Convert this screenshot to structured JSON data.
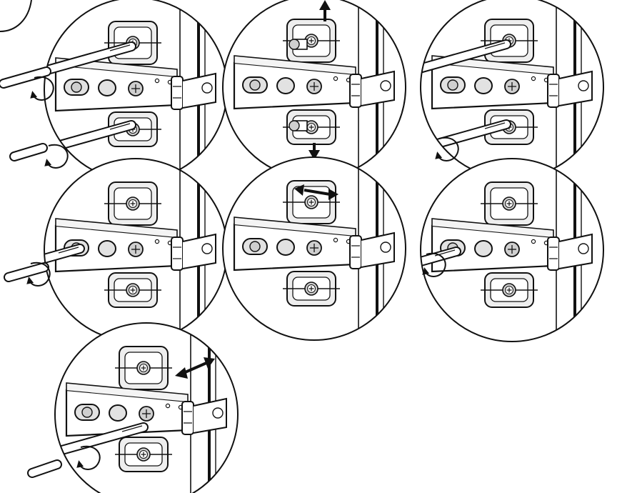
{
  "document": {
    "type": "hinge-adjustment-instructions",
    "text_labels": []
  },
  "colors": {
    "ink": "#111111",
    "paper": "#ffffff",
    "plate_fill": "#eeeeee",
    "hole_fill": "#e2e2e2",
    "screw_fill": "#cfcfcf"
  },
  "steps": [
    {
      "id": "step-1",
      "action": "loosen-mounting-plate-screws",
      "tools": [
        "screwdriver-top",
        "screwdriver-bottom"
      ],
      "rotation": "both",
      "arrow": "none"
    },
    {
      "id": "step-2",
      "action": "height-adjustment",
      "tools": [],
      "rotation": "none",
      "arrow": "up-down"
    },
    {
      "id": "step-3",
      "action": "tighten-mounting-plate-screws",
      "tools": [
        "screwdriver-top",
        "screwdriver-bottom"
      ],
      "rotation": "clockwise",
      "arrow": "none"
    },
    {
      "id": "step-4",
      "action": "loosen-depth-screw",
      "tools": [
        "screwdriver-depth"
      ],
      "rotation": "counterclockwise",
      "arrow": "none"
    },
    {
      "id": "step-5",
      "action": "depth-adjustment",
      "tools": [],
      "rotation": "none",
      "arrow": "left-right"
    },
    {
      "id": "step-6",
      "action": "tighten-depth-screw",
      "tools": [
        "screwdriver-depth"
      ],
      "rotation": "clockwise",
      "arrow": "none"
    },
    {
      "id": "step-7",
      "action": "side-adjustment",
      "tools": [
        "screwdriver-side"
      ],
      "rotation": "both",
      "arrow": "diagonal"
    }
  ]
}
